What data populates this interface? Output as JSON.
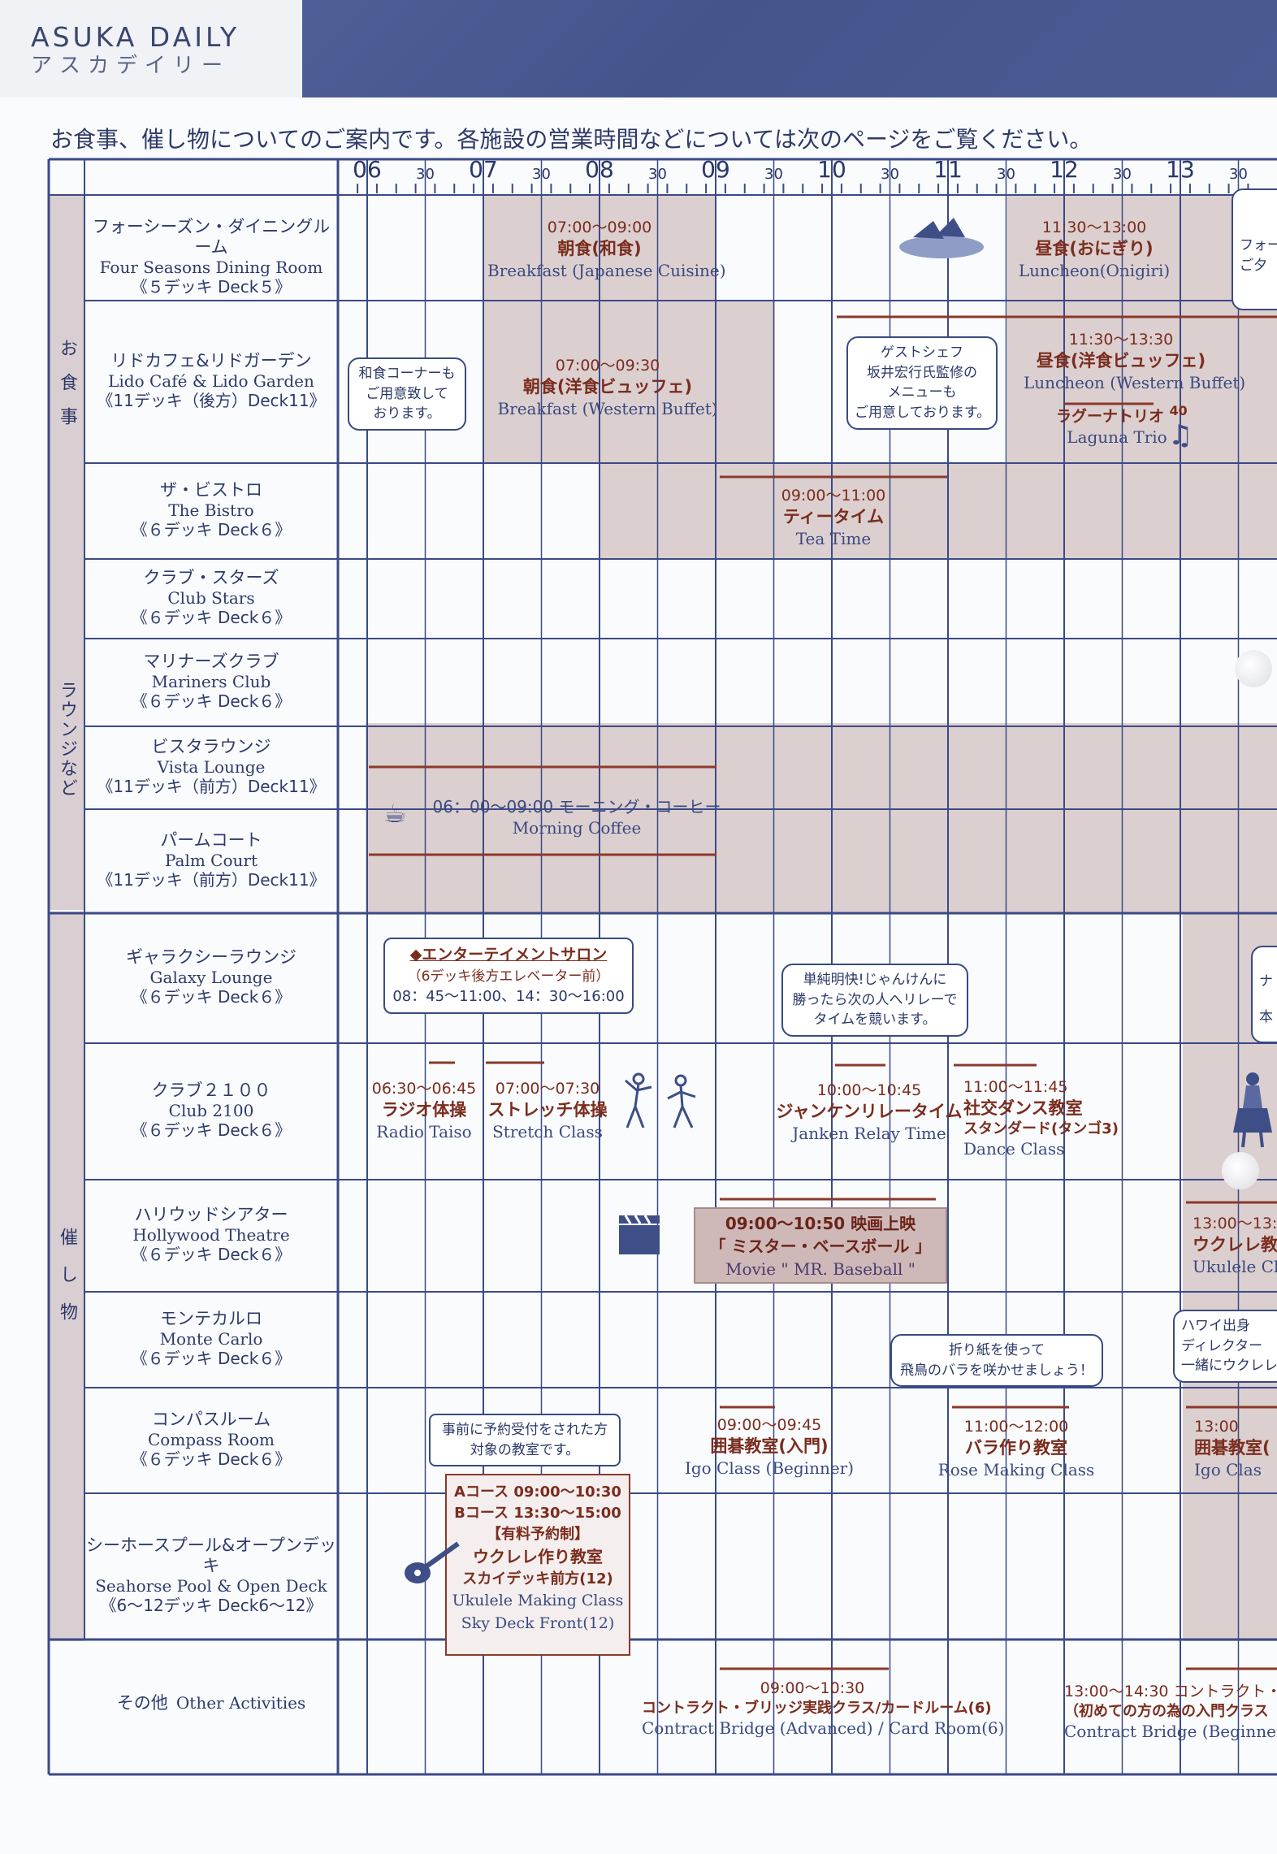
{
  "header": {
    "title": "ASUKA DAILY",
    "subtitle": "アスカデイリー"
  },
  "intro": "お食事、催し物についてのご案内です。各施設の営業時間などについては次のページをご覧ください。",
  "timeline": {
    "hours": [
      "06",
      "07",
      "08",
      "09",
      "10",
      "11",
      "12",
      "13"
    ],
    "half_label": "30"
  },
  "categories": {
    "meals": "お食事",
    "lounges": "ラウンジなど",
    "events": "催し物"
  },
  "rows": [
    {
      "ja": "フォーシーズン・ダイニングルーム",
      "en": "Four Seasons Dining Room",
      "deck": "《５デッキ Deck５》"
    },
    {
      "ja": "リドカフェ&リドガーデン",
      "en": "Lido Café & Lido Garden",
      "deck": "《11デッキ（後方）Deck11》"
    },
    {
      "ja": "ザ・ビストロ",
      "en": "The Bistro",
      "deck": "《６デッキ Deck６》"
    },
    {
      "ja": "クラブ・スターズ",
      "en": "Club Stars",
      "deck": "《６デッキ Deck６》"
    },
    {
      "ja": "マリナーズクラブ",
      "en": "Mariners Club",
      "deck": "《６デッキ Deck６》"
    },
    {
      "ja": "ビスタラウンジ",
      "en": "Vista Lounge",
      "deck": "《11デッキ（前方）Deck11》"
    },
    {
      "ja": "パームコート",
      "en": "Palm Court",
      "deck": "《11デッキ（前方）Deck11》"
    },
    {
      "ja": "ギャラクシーラウンジ",
      "en": "Galaxy Lounge",
      "deck": "《６デッキ Deck６》"
    },
    {
      "ja": "クラブ２１００",
      "en": "Club 2100",
      "deck": "《６デッキ Deck６》"
    },
    {
      "ja": "ハリウッドシアター",
      "en": "Hollywood Theatre",
      "deck": "《６デッキ Deck６》"
    },
    {
      "ja": "モンテカルロ",
      "en": "Monte Carlo",
      "deck": "《６デッキ Deck６》"
    },
    {
      "ja": "コンパスルーム",
      "en": "Compass Room",
      "deck": "《６デッキ Deck６》"
    },
    {
      "ja": "シーホースプール&オープンデッキ",
      "en": "Seahorse Pool & Open Deck",
      "deck": "《6～12デッキ Deck6～12》"
    },
    {
      "ja": "その他",
      "en": "Other Activities",
      "deck": ""
    }
  ],
  "events": {
    "fs_breakfast": {
      "time": "07:00～09:00",
      "ja": "朝食(和食)",
      "en": "Breakfast (Japanese Cuisine)"
    },
    "fs_lunch": {
      "time": "11:30～13:00",
      "ja": "昼食(おにぎり)",
      "en": "Luncheon(Onigiri)"
    },
    "fs_cut": {
      "line1": "フォーシ",
      "line2": "ご夕"
    },
    "lido_note": {
      "line1": "和食コーナーも",
      "line2": "ご用意致して",
      "line3": "おります。"
    },
    "lido_breakfast": {
      "time": "07:00～09:30",
      "ja": "朝食(洋食ビュッフェ)",
      "en": "Breakfast (Western Buffet)"
    },
    "chef_note": {
      "line1": "ゲストシェフ",
      "line2": "坂井宏行氏監修の",
      "line3": "メニューも",
      "line4": "ご用意しております。"
    },
    "lido_lunch": {
      "time": "11:30～13:30",
      "ja": "昼食(洋食ビュッフェ)",
      "en": "Luncheon (Western Buffet)"
    },
    "laguna": {
      "ja": "ラグーナトリオ",
      "num": "40",
      "en": "Laguna Trio"
    },
    "teatime": {
      "time": "09:00～11:00",
      "ja": "ティータイム",
      "en": "Tea Time"
    },
    "coffee": {
      "title": "06：00～09:00 モーニング・コーヒー",
      "en": "Morning  Coffee"
    },
    "salon": {
      "title": "◆エンターテイメントサロン",
      "sub": "（6デッキ後方エレベーター前）",
      "time": "08：45～11:00、14：30～16:00"
    },
    "janken_note": {
      "line1": "単純明快!じゃんけんに",
      "line2": "勝ったら次の人へリレーで",
      "line3": "タイムを競います。"
    },
    "radio": {
      "time": "06:30～06:45",
      "ja": "ラジオ体操",
      "en": "Radio Taiso"
    },
    "stretch": {
      "time": "07:00～07:30",
      "ja": "ストレッチ体操",
      "en": "Stretch Class"
    },
    "janken": {
      "time": "10:00～10:45",
      "ja": "ジャンケンリレータイム",
      "en": "Janken Relay Time"
    },
    "dance": {
      "time": "11:00～11:45",
      "ja": "社交ダンス教室",
      "ja2": "スタンダード(タンゴ3)",
      "en": "Dance Class"
    },
    "movie": {
      "time": "09:00～10:50 映画上映",
      "title": "「 ミスター・ベースボール 」",
      "en": "Movie \" MR. Baseball \""
    },
    "ukulele_cut": {
      "time": "13:00～13:",
      "ja": "ウクレレ教",
      "en": "Ukulele Cl"
    },
    "origami_note": {
      "line1": "折り紙を使って",
      "line2": "飛鳥のバラを咲かせましょう！"
    },
    "hawaii_note": {
      "line1": "ハワイ出身",
      "line2": "ディレクター",
      "line3": "一緒にウクレレ"
    },
    "reserve_note": {
      "line1": "事前に予約受付をされた方",
      "line2": "対象の教室です。"
    },
    "igo": {
      "time": "09:00～09:45",
      "ja": "囲碁教室(入門)",
      "en": "Igo Class (Beginner)"
    },
    "rose": {
      "time": "11:00～12:00",
      "ja": "バラ作り教室",
      "en": "Rose Making Class"
    },
    "igo_cut": {
      "time": "13:00",
      "ja": "囲碁教室(",
      "en": "Igo Clas"
    },
    "ukulele_make": {
      "a": "Aコース 09:00～10:30",
      "b": "Bコース 13:30～15:00",
      "paid": "【有料予約制】",
      "ja": "ウクレレ作り教室",
      "place": "スカイデッキ前方(12)",
      "en": "Ukulele Making Class",
      "en2": "Sky Deck Front(12)"
    },
    "bridge": {
      "time": "09:00～10:30",
      "ja": "コントラクト・ブリッジ実践クラス/カードルーム(6)",
      "en": "Contract Bridge (Advanced) / Card Room(6)"
    },
    "bridge2": {
      "time": "13:00～14:30 コントラクト・",
      "ja": "（初めての方の為の入門クラス",
      "en": "Contract Bridge (Beginner) /"
    },
    "right_cut": {
      "line1": "ナ",
      "line2": "本"
    }
  },
  "colors": {
    "grid": "#3b4a86",
    "shade": "#dccfcf",
    "band": "#4f5f96",
    "text_accent": "#7a2d1e"
  }
}
